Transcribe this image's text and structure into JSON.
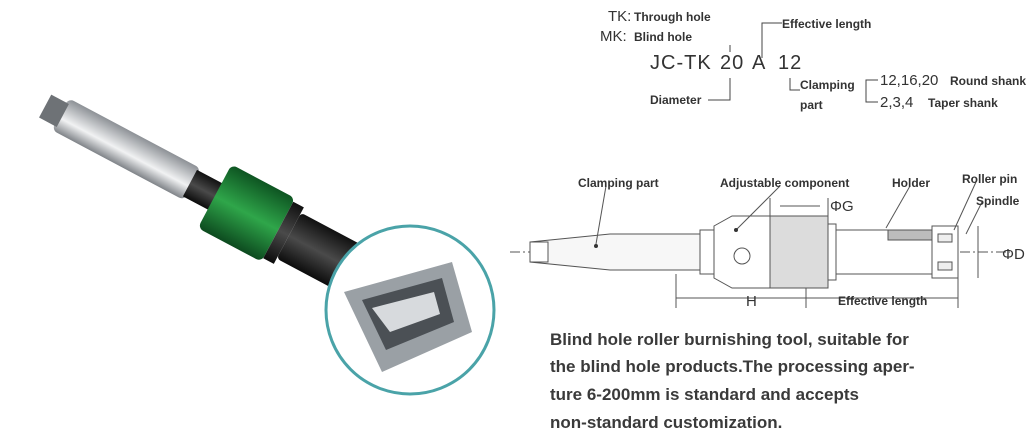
{
  "legend": {
    "tk_prefix": "TK:",
    "tk_label": "Through hole",
    "mk_prefix": "MK:",
    "mk_label": "Blind hole",
    "effective_length": "Effective length",
    "model_code": "JC-TK",
    "model_num": "20",
    "model_letter": "A",
    "model_size": "12",
    "diameter": "Diameter",
    "clamping_line1": "Clamping",
    "clamping_line2": "part",
    "round_values": "12,16,20",
    "round_label": "Round shank",
    "taper_values": "2,3,4",
    "taper_label": "Taper shank"
  },
  "drawing": {
    "clamping_part": "Clamping part",
    "adjustable_component": "Adjustable component",
    "holder": "Holder",
    "roller_pin": "Roller pin",
    "spindle": "Spindle",
    "phi_g": "ΦG",
    "phi_d": "ΦD",
    "h": "H",
    "effective_length": "Effective length"
  },
  "description": {
    "line1": "Blind hole roller burnishing tool, suitable for",
    "line2": "the blind hole products.The processing aper-",
    "line3": "ture 6-200mm is standard and accepts",
    "line4": "non-standard customization."
  },
  "colors": {
    "green": "#1f8a3a",
    "dark": "#1a1a1a",
    "silver": "#c9ccd0",
    "teal_ring": "#4aa3a8"
  }
}
